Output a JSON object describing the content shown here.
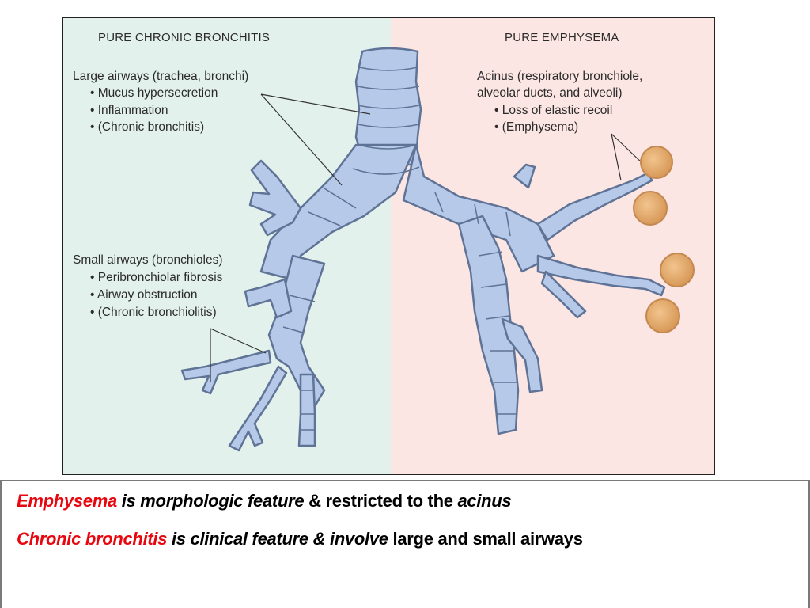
{
  "figure": {
    "left_panel": {
      "title": "PURE CHRONIC BRONCHITIS",
      "large_airways": {
        "heading": "Large airways (trachea, bronchi)",
        "bullets": [
          "• Mucus hypersecretion",
          "• Inflammation",
          "• (Chronic bronchitis)"
        ]
      },
      "small_airways": {
        "heading": "Small airways (bronchioles)",
        "bullets": [
          "• Peribronchiolar fibrosis",
          "• Airway obstruction",
          "• (Chronic bronchiolitis)"
        ]
      }
    },
    "right_panel": {
      "title": "PURE EMPHYSEMA",
      "acinus": {
        "heading_line1": "Acinus (respiratory bronchiole,",
        "heading_line2": "alveolar ducts, and alveoli)",
        "bullets": [
          "• Loss of elastic recoil",
          "• (Emphysema)"
        ]
      }
    },
    "colors": {
      "left_bg": "#e3f1ec",
      "right_bg": "#fbe6e3",
      "airway_fill": "#b7c9e8",
      "airway_stroke": "#5f7396",
      "alveoli_fill": "#e2a866"
    }
  },
  "caption": {
    "line1": {
      "term": "Emphysema",
      "italic1": " is morphologic feature",
      "plain1": " & restricted to the ",
      "italic2": "acinus"
    },
    "line2": {
      "term": "Chronic bronchitis",
      "italic1": " is clinical feature & involve",
      "plain1": " large and small airways"
    },
    "term_color": "#e8070f"
  }
}
